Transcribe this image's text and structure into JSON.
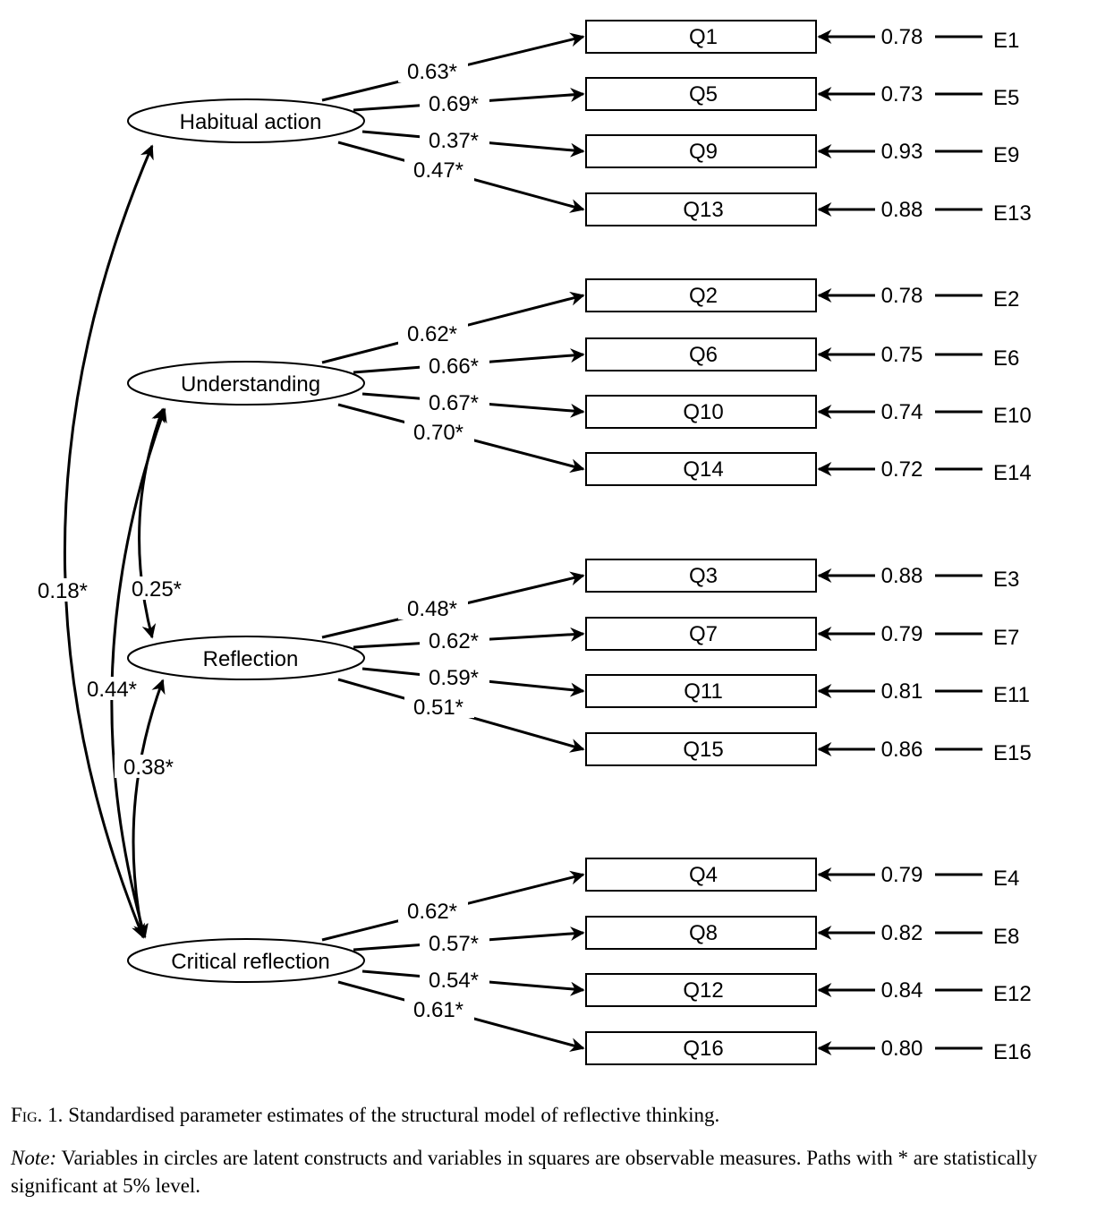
{
  "diagram": {
    "type": "structural equation model path diagram",
    "factors": [
      {
        "name": "Habitual action",
        "items": [
          {
            "item": "Q1",
            "loading": "0.63*",
            "error_value": "0.78",
            "error": "E1"
          },
          {
            "item": "Q5",
            "loading": "0.69*",
            "error_value": "0.73",
            "error": "E5"
          },
          {
            "item": "Q9",
            "loading": "0.37*",
            "error_value": "0.93",
            "error": "E9"
          },
          {
            "item": "Q13",
            "loading": "0.47*",
            "error_value": "0.88",
            "error": "E13"
          }
        ]
      },
      {
        "name": "Understanding",
        "items": [
          {
            "item": "Q2",
            "loading": "0.62*",
            "error_value": "0.78",
            "error": "E2"
          },
          {
            "item": "Q6",
            "loading": "0.66*",
            "error_value": "0.75",
            "error": "E6"
          },
          {
            "item": "Q10",
            "loading": "0.67*",
            "error_value": "0.74",
            "error": "E10"
          },
          {
            "item": "Q14",
            "loading": "0.70*",
            "error_value": "0.72",
            "error": "E14"
          }
        ]
      },
      {
        "name": "Reflection",
        "items": [
          {
            "item": "Q3",
            "loading": "0.48*",
            "error_value": "0.88",
            "error": "E3"
          },
          {
            "item": "Q7",
            "loading": "0.62*",
            "error_value": "0.79",
            "error": "E7"
          },
          {
            "item": "Q11",
            "loading": "0.59*",
            "error_value": "0.81",
            "error": "E11"
          },
          {
            "item": "Q15",
            "loading": "0.51*",
            "error_value": "0.86",
            "error": "E15"
          }
        ]
      },
      {
        "name": "Critical reflection",
        "items": [
          {
            "item": "Q4",
            "loading": "0.62*",
            "error_value": "0.79",
            "error": "E4"
          },
          {
            "item": "Q8",
            "loading": "0.57*",
            "error_value": "0.82",
            "error": "E8"
          },
          {
            "item": "Q12",
            "loading": "0.54*",
            "error_value": "0.84",
            "error": "E12"
          },
          {
            "item": "Q16",
            "loading": "0.61*",
            "error_value": "0.80",
            "error": "E16"
          }
        ]
      }
    ],
    "correlations": [
      {
        "from": "Habitual action",
        "to": "Critical reflection",
        "value": "0.18*"
      },
      {
        "from": "Understanding",
        "to": "Reflection",
        "value": "0.25*"
      },
      {
        "from": "Understanding",
        "to": "Critical reflection",
        "value": "0.44*"
      },
      {
        "from": "Reflection",
        "to": "Critical reflection",
        "value": "0.38*"
      }
    ]
  },
  "caption": {
    "fig_label": "Fig. 1.",
    "title": "Standardised parameter estimates of the structural model of reflective thinking.",
    "note_label": "Note:",
    "note": "Variables in circles are latent constructs and variables in squares are observable measures. Paths with * are statistically significant at 5% level."
  }
}
